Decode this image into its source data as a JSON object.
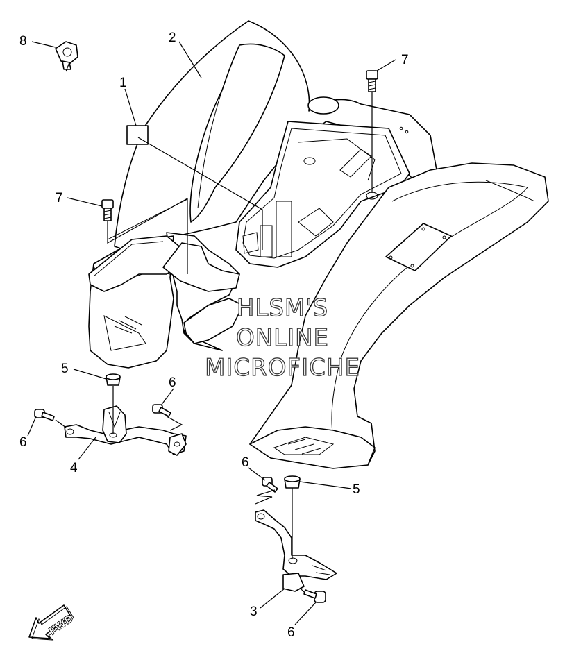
{
  "watermark": {
    "line1": "HLSM'S",
    "line2": "ONLINE",
    "line3": "MICROFICHE"
  },
  "direction_badge": "FWD",
  "callouts": [
    {
      "id": "c1",
      "text": "1"
    },
    {
      "id": "c2",
      "text": "2"
    },
    {
      "id": "c3",
      "text": "3"
    },
    {
      "id": "c4",
      "text": "4"
    },
    {
      "id": "c5a",
      "text": "5"
    },
    {
      "id": "c5b",
      "text": "5"
    },
    {
      "id": "c6a",
      "text": "6"
    },
    {
      "id": "c6b",
      "text": "6"
    },
    {
      "id": "c6c",
      "text": "6"
    },
    {
      "id": "c6d",
      "text": "6"
    },
    {
      "id": "c7a",
      "text": "7"
    },
    {
      "id": "c7b",
      "text": "7"
    },
    {
      "id": "c8",
      "text": "8"
    }
  ]
}
